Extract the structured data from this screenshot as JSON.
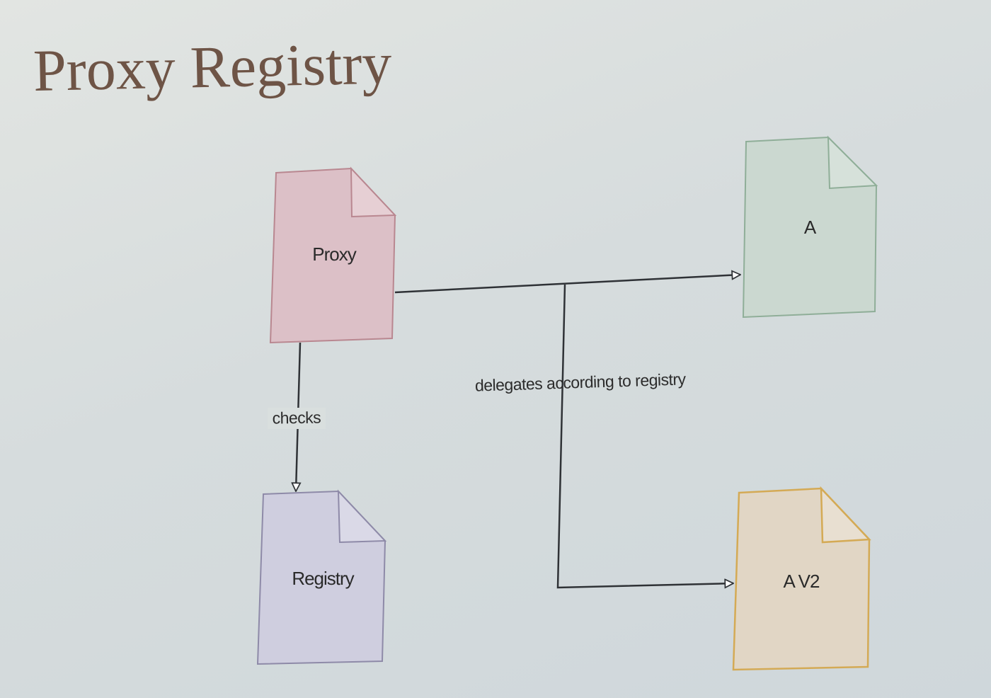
{
  "title": "Proxy Registry",
  "nodes": {
    "proxy": {
      "label": "Proxy",
      "fill": "#dcc0c7",
      "stroke": "#b98790"
    },
    "a": {
      "label": "A",
      "fill": "#cbd8d0",
      "stroke": "#8fae98"
    },
    "registry": {
      "label": "Registry",
      "fill": "#cfcedf",
      "stroke": "#8e8aa8"
    },
    "a_v2": {
      "label": "A V2",
      "fill": "#e1d6c5",
      "stroke": "#d4aa55"
    }
  },
  "edges": {
    "checks": {
      "label": "checks"
    },
    "delegates": {
      "label": "delegates according to registry"
    }
  },
  "colors": {
    "line": "#2f3236",
    "title": "#6e5446"
  }
}
